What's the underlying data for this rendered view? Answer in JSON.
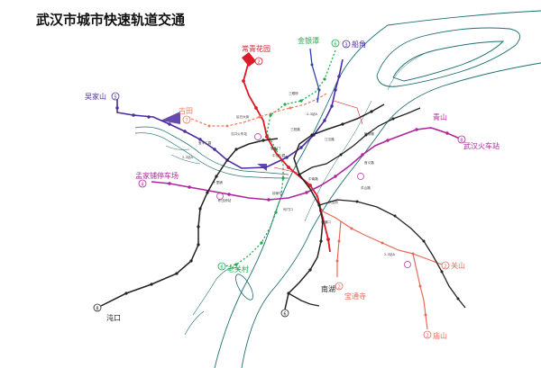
{
  "map": {
    "title": "武汉市城市快速轨道交通",
    "terminals": {
      "wujiashan": "吴家山",
      "gutian": "古田",
      "changqinghuayuan": "常青花园",
      "jinyintan": "金银潭",
      "chuanjiao": "船角",
      "qingshan": "青山",
      "wuhan_station": "武汉火车站",
      "mengjialing": "孟家铺停车场",
      "laoguancun": "老关村",
      "zhuankou": "沌口",
      "nanhu": "南湖",
      "baotongsi": "宝通寺",
      "tianhe": "关山",
      "miaoshan": "庙山"
    },
    "line_numbers": {
      "wujiashan": "5",
      "gutian": "7",
      "changqinghuayuan": "2",
      "jinyintan": "6",
      "chuanjiao": "3",
      "wuhan_station": "8",
      "mengjialing": "4",
      "laoguancun": "6",
      "zhuankou": "8",
      "nanhu": "6",
      "baotongsi": "2",
      "tianhe": "2",
      "miaoshan": "2"
    },
    "minor_labels": {
      "l1": "三眼桥",
      "l2": "后日大街",
      "l3": "2-3站A",
      "l4": "三阳路",
      "l5": "江汉路",
      "l6": "循礼门",
      "l7": "宝丰二路",
      "l8": "2-3站A",
      "l9": "中山公园",
      "l10": "汉口火车站",
      "l11": "十里铺",
      "l12": "钟家村",
      "l13": "司门口",
      "l14": "中南路",
      "l15": "积玉桥",
      "l16": "徐家棚",
      "l17": "首义路",
      "l18": "洪山路",
      "l19": "街道口",
      "l20": "2-3站A",
      "l21": "积玉桥站"
    },
    "colors": {
      "line_purple": "#4B2BA0",
      "line_green": "#1EAA4B",
      "line_red": "#D91C27",
      "line_orange": "#EE7A5A",
      "line_magenta": "#B0249E",
      "line_pink": "#E96A5A",
      "line_black": "#222222",
      "line_blue": "#2E40B0",
      "river": "#1E6E72",
      "title": "#111111"
    }
  }
}
